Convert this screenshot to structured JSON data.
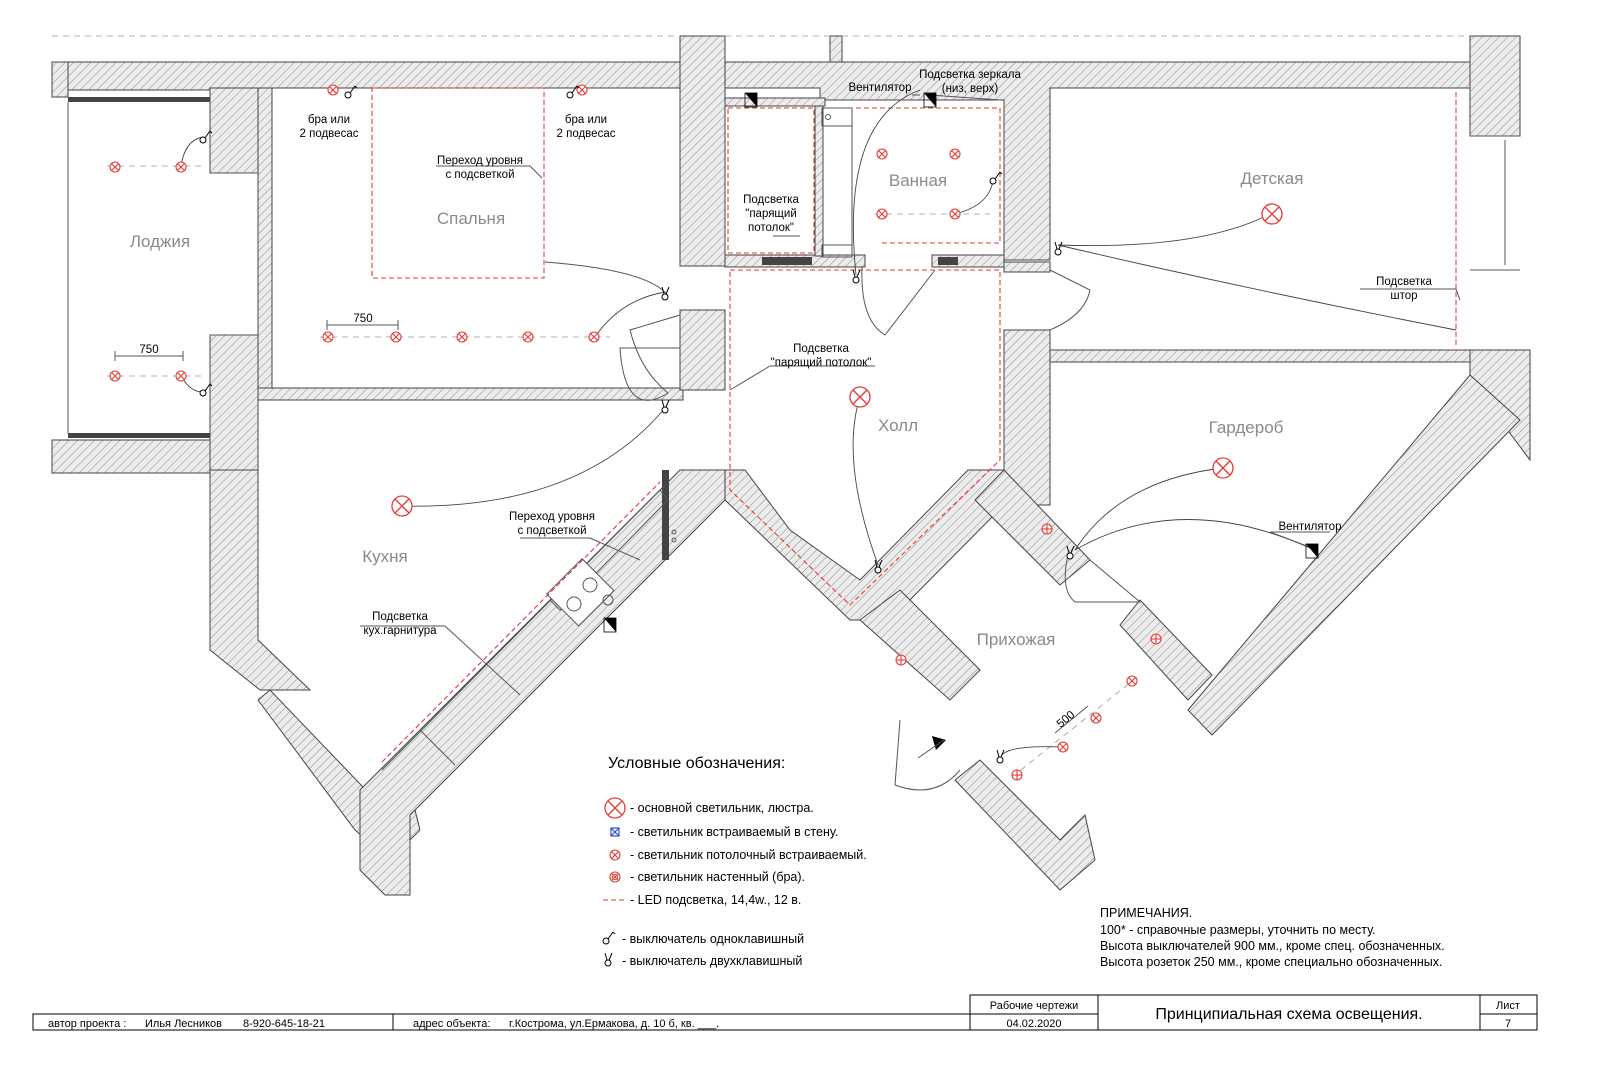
{
  "rooms": {
    "loggia": "Лоджия",
    "bedroom": "Спальня",
    "bathroom": "Ванная",
    "nursery": "Детская",
    "hall": "Холл",
    "wardrobe": "Гардероб",
    "kitchen": "Кухня",
    "entry": "Прихожая"
  },
  "labels": {
    "bra1": [
      "бра или",
      "2 подвесас"
    ],
    "bra2": [
      "бра или",
      "2 подвесас"
    ],
    "level_bedroom": [
      "Переход уровня",
      "с подсветкой"
    ],
    "level_kitchen": [
      "Переход уровня",
      "с подсветкой"
    ],
    "fan_bath": "Вентилятор",
    "mirror": [
      "Подсветка зеркала",
      "(низ, верх)"
    ],
    "float_bath": [
      "Подсветка",
      "\"парящий",
      "потолок\""
    ],
    "float_hall": [
      "Подсветка",
      "\"парящий потолок\""
    ],
    "curtains": [
      "Подсветка",
      "штор"
    ],
    "fan_wardrobe": "Вентилятор",
    "kitchen_set": [
      "Подсветка",
      "кух.гарнитура"
    ],
    "dim_750_a": "750",
    "dim_750_b": "750",
    "dim_500": "500"
  },
  "legend": {
    "title": "Условные обозначения:",
    "items": [
      "- основной светильник, люстра.",
      "- светильник встраиваемый в стену.",
      "- светильник потолочный встраиваемый.",
      "- светильник настенный (бра).",
      "- LED подсветка, 14,4w., 12 в.",
      "- выключатель одноклавишный",
      "- выключатель двухклавишный"
    ]
  },
  "notes": {
    "title": "ПРИМЕЧАНИЯ.",
    "lines": [
      "100* - справочные размеры, уточнить по месту.",
      "Высота выключателей 900 мм., кроме спец. обозначенных.",
      "Высота розеток 250 мм., кроме специально обозначенных."
    ]
  },
  "title_block": {
    "author_label": "автор проекта :",
    "author": "Илья Лесников",
    "phone": "8-920-645-18-21",
    "address_label": "адрес объекта:",
    "address": "г.Кострома, ул.Ермакова, д. 10 б, кв. ___.",
    "stage": "Рабочие чертежи",
    "date": "04.02.2020",
    "title": "Принципиальная схема освещения.",
    "sheet_label": "Лист",
    "sheet": "7"
  },
  "colors": {
    "led": "#e53935",
    "fixture": "#e53935",
    "wall_fixture": "#1e3cc8",
    "wall_hatch": "#8c8c8c"
  }
}
